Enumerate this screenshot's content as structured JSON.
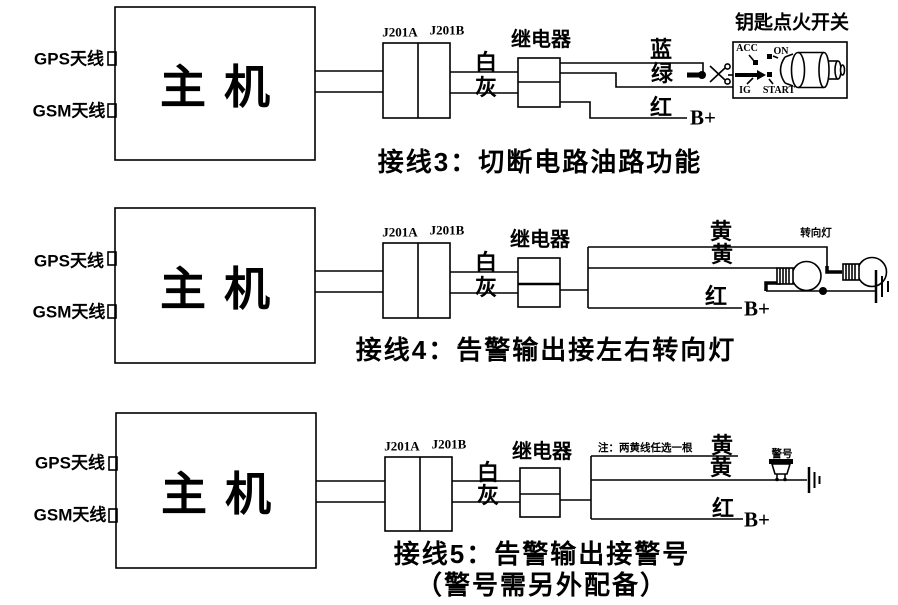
{
  "page": {
    "background": "#ffffff",
    "ink": "#000000"
  },
  "diagrams": [
    {
      "title": "接线3：切断电路油路功能",
      "host": "主机",
      "gps_antenna": "GPS天线",
      "gsm_antenna": "GSM天线",
      "connector_a": "J201A",
      "connector_b": "J201B",
      "relay": "继电器",
      "wires": {
        "white": "白",
        "gray": "灰",
        "blue": "蓝",
        "green": "绿",
        "red": "红"
      },
      "battery": "B+",
      "ignition_switch": {
        "title": "钥匙点火开关",
        "acc": "ACC",
        "on": "ON",
        "ig": "IG",
        "start": "START"
      }
    },
    {
      "title": "接线4：告警输出接左右转向灯",
      "host": "主机",
      "gps_antenna": "GPS天线",
      "gsm_antenna": "GSM天线",
      "connector_a": "J201A",
      "connector_b": "J201B",
      "relay": "继电器",
      "wires": {
        "white": "白",
        "gray": "灰",
        "yellow1": "黄",
        "yellow2": "黄",
        "red": "红"
      },
      "battery": "B+",
      "lamp_label": "转向灯"
    },
    {
      "title": "接线5：告警输出接警号",
      "subtitle": "（警号需另外配备）",
      "note": "注：两黄线任选一根",
      "host": "主机",
      "gps_antenna": "GPS天线",
      "gsm_antenna": "GSM天线",
      "connector_a": "J201A",
      "connector_b": "J201B",
      "relay": "继电器",
      "wires": {
        "white": "白",
        "gray": "灰",
        "yellow1": "黄",
        "yellow2": "黄",
        "red": "红"
      },
      "battery": "B+",
      "siren_label": "警号"
    }
  ]
}
